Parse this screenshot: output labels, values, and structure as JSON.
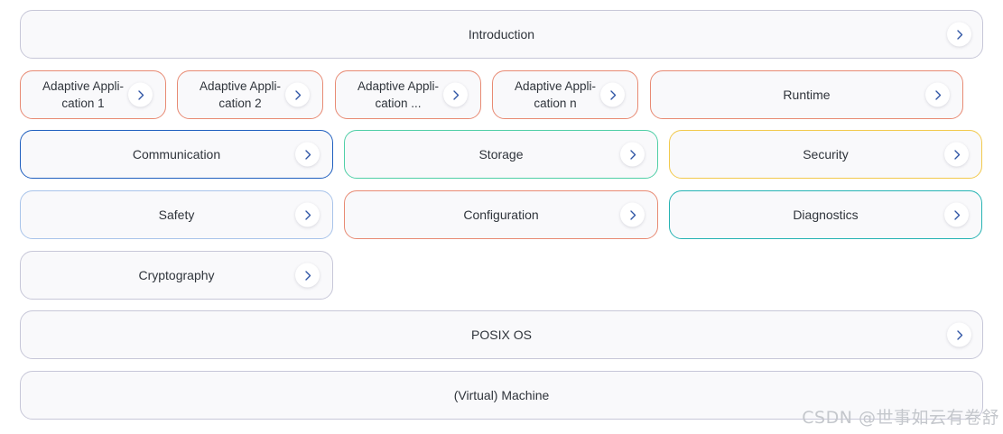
{
  "accent_chevron": "#2f55a5",
  "blocks": {
    "introduction": {
      "label": "Introduction",
      "border": "#c7c7d8"
    },
    "app1": {
      "label": "Adaptive Appli-\ncation 1",
      "border": "#e88a73"
    },
    "app2": {
      "label": "Adaptive Appli-\ncation 2",
      "border": "#e88a73"
    },
    "app3": {
      "label": "Adaptive Appli-\ncation ...",
      "border": "#e88a73"
    },
    "appn": {
      "label": "Adaptive Appli-\ncation n",
      "border": "#e88a73"
    },
    "runtime": {
      "label": "Runtime",
      "border": "#e88a73"
    },
    "communication": {
      "label": "Communication",
      "border": "#1f5fbf"
    },
    "storage": {
      "label": "Storage",
      "border": "#4fcfa6"
    },
    "security": {
      "label": "Security",
      "border": "#f2c94c"
    },
    "safety": {
      "label": "Safety",
      "border": "#a9c4ea"
    },
    "configuration": {
      "label": "Configuration",
      "border": "#e88a73"
    },
    "diagnostics": {
      "label": "Diagnostics",
      "border": "#26b3b3"
    },
    "cryptography": {
      "label": "Cryptography",
      "border": "#c7c7d8"
    },
    "posix": {
      "label": "POSIX OS",
      "border": "#c7c7d8"
    },
    "machine": {
      "label": "(Virtual) Machine",
      "border": "#c7c7d8"
    }
  },
  "chevron_icon": "chevron-right-icon",
  "watermark": "CSDN @世事如云有卷舒"
}
